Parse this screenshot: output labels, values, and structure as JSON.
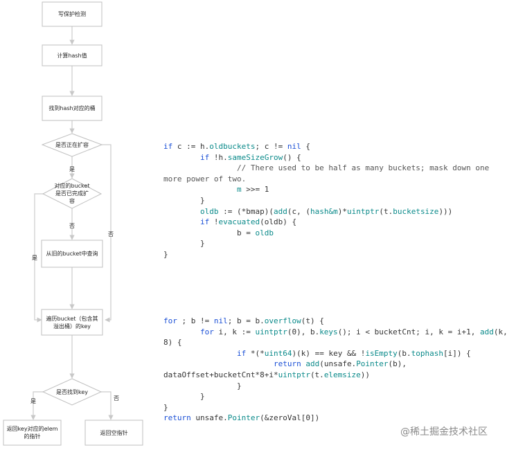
{
  "flowchart": {
    "nodes": {
      "write_protect": "写保护检测",
      "compute_hash": "计算hash值",
      "find_bucket": "找到hash对应的桶",
      "is_growing": "是否正在扩容",
      "bucket_done": "对应的bucket\n是否已完成扩\n容",
      "query_old": "从旧的bucket中查询",
      "iterate": "遍历bucket（包含其\n溢出桶）的key",
      "found_key": "是否找到key",
      "return_elem": "返回key对应的elem\n的指针",
      "return_null": "返回空指针"
    },
    "labels": {
      "yes_growing": "是",
      "no_growing": "否",
      "yes_done": "是",
      "no_done": "否",
      "yes_found": "是",
      "no_found": "否"
    }
  },
  "code_block_1": [
    "if c := h.oldbuckets; c != nil {",
    "        if !h.sameSizeGrow() {",
    "                // There used to be half as many buckets; mask down one",
    "more power of two.",
    "                m >>= 1",
    "        }",
    "        oldb := (*bmap)(add(c, (hash&m)*uintptr(t.bucketsize)))",
    "        if !evacuated(oldb) {",
    "                b = oldb",
    "        }",
    "}"
  ],
  "code_block_2": [
    "for ; b != nil; b = b.overflow(t) {",
    "        for i, k := uintptr(0), b.keys(); i < bucketCnt; i, k = i+1, add(k,",
    "8) {",
    "                if *(*uint64)(k) == key && !isEmpty(b.tophash[i]) {",
    "                        return add(unsafe.Pointer(b),",
    "dataOffset+bucketCnt*8+i*uintptr(t.elemsize))",
    "                }",
    "        }",
    "}",
    "return unsafe.Pointer(&zeroVal[0])"
  ],
  "watermark": "@稀土掘金技术社区",
  "colors": {
    "edge": "#cccccc",
    "node_border": "#bfbfbf",
    "keyword": "#1a4fd6",
    "function": "#0a8a8a"
  }
}
